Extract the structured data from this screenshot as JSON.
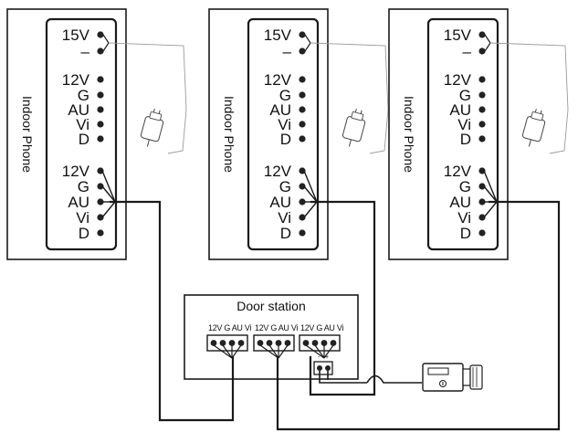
{
  "colors": {
    "line": "#1a1a1a",
    "thin_line": "#9a9a9a",
    "terminal": "#222222",
    "background": "#ffffff"
  },
  "phones": [
    {
      "title": "Indoor Phone",
      "power_labels": [
        "15V",
        "–"
      ],
      "upper_labels": [
        "12V",
        "G",
        "AU",
        "Vi",
        "D"
      ],
      "lower_labels": [
        "12V",
        "G",
        "AU",
        "Vi",
        "D"
      ]
    },
    {
      "title": "Indoor Phone",
      "power_labels": [
        "15V",
        "–"
      ],
      "upper_labels": [
        "12V",
        "G",
        "AU",
        "Vi",
        "D"
      ],
      "lower_labels": [
        "12V",
        "G",
        "AU",
        "Vi",
        "D"
      ]
    },
    {
      "title": "Indoor Phone",
      "power_labels": [
        "15V",
        "–"
      ],
      "upper_labels": [
        "12V",
        "G",
        "AU",
        "Vi",
        "D"
      ],
      "lower_labels": [
        "12V",
        "G",
        "AU",
        "Vi",
        "D"
      ]
    }
  ],
  "door_station": {
    "title": "Door station",
    "connector_labels": [
      "12V G AU Vi",
      "12V G AU Vi",
      "12V G AU Vi"
    ],
    "lock_terminal_labels": [
      "-",
      "+"
    ]
  },
  "icons": {
    "power_adapter": "power-adapter-icon",
    "electric_lock": "electric-lock-icon"
  }
}
